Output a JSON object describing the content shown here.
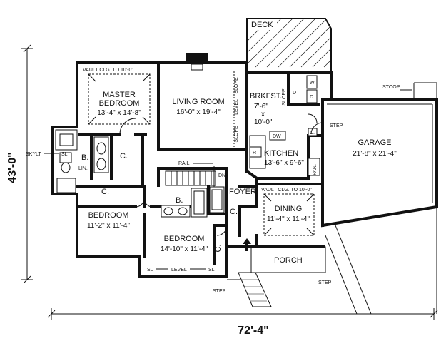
{
  "plan": {
    "rooms": {
      "deck": "DECK",
      "master": {
        "line1": "MASTER",
        "line2": "BEDROOM",
        "dim": "13'-4\" x 14'-8\""
      },
      "master_vault": "VAULT CLG. TO 10'-0\"",
      "living": {
        "name": "LIVING ROOM",
        "dim": "16'-0\" x 19'-4\""
      },
      "brkfst": {
        "name": "BRKFST.",
        "dim1": "7'-6\"",
        "x": "x",
        "dim2": "10'-0\""
      },
      "kitchen": {
        "name": "KITCHEN",
        "dim": "13'-6\" x 9'-6\""
      },
      "garage": {
        "name": "GARAGE",
        "dim": "21'-8\" x 21'-4\""
      },
      "foyer": "FOYER",
      "dining_vault": "VAULT CLG. TO 10'-0\"",
      "dining": {
        "name": "DINING",
        "dim": "11'-4\" x 11'-4\""
      },
      "bedroom2": {
        "name": "BEDROOM",
        "dim": "11'-2\" x 11'-4\""
      },
      "bedroom3": {
        "name": "BEDROOM",
        "dim": "14'-10\" x 11'-4\""
      },
      "porch": "PORCH"
    },
    "labels": {
      "stoop": "STOOP",
      "step_garage": "STEP",
      "step_front": "STEP",
      "step_porch": "STEP",
      "skylt": "SKYLT",
      "rail": "RAIL",
      "dn": "DN",
      "slope_top": "SLOPE",
      "slope_bottom": "SLOPE",
      "level_living": "LEVEL",
      "slope_brk": "SLOPE",
      "level_bed": "LEVEL",
      "sl": "SL",
      "sl_left": "SL",
      "sl_right": "SL",
      "lin": "LIN.",
      "b_master": "B.",
      "c_master": "C.",
      "c_bed2": "C.",
      "b_hall": "B.",
      "c_foyer": "C.",
      "c_bed3": "C.",
      "c_kitchen": "C.",
      "w": "W",
      "d": "D",
      "pan": "PAN.",
      "dw": "DW",
      "r": "R"
    },
    "dimensions": {
      "width": "72'-4\"",
      "depth": "43'-0\""
    }
  }
}
